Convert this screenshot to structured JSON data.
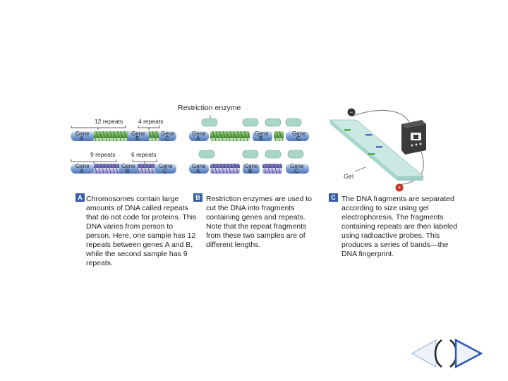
{
  "figure": {
    "title": "Restriction enzyme",
    "repeat_labels": {
      "top_12": "12 repeats",
      "top_4": "4 repeats",
      "bottom_9": "9 repeats",
      "bottom_6": "6 repeats"
    },
    "gene_labels": {
      "gene": "Gene",
      "a": "A",
      "b": "B",
      "c": "C"
    },
    "gel_label": "Gel",
    "electrode_neg": "−",
    "electrode_pos": "+"
  },
  "panels": [
    {
      "badge": "A",
      "text": "Chromosomes contain large amounts of DNA called repeats that do not code for proteins. This DNA varies from person to person. Here, one sample has 12 repeats between genes A and B, while the second sample has 9 repeats."
    },
    {
      "badge": "B",
      "text": "Restriction enzymes are used to cut the DNA into fragments containing genes and repeats. Note that the repeat fragments from these two samples are of different lengths."
    },
    {
      "badge": "C",
      "text": "The DNA fragments are separated according to size using gel electrophoresis.  The fragments containing repeats are then labeled using radioactive probes. This produces a series of bands—the DNA fingerprint."
    }
  ],
  "colors": {
    "green_repeat": "#5aa34a",
    "blue_repeat": "#6a6fb8",
    "gene_blue": "#5a7fbf",
    "gel": "#bfe3dc",
    "badge": "#3a5fa8",
    "enzyme": "#a9d6c8"
  },
  "nav": {
    "prev_icon": "left-triangle-icon",
    "next_icon": "right-triangle-icon"
  }
}
